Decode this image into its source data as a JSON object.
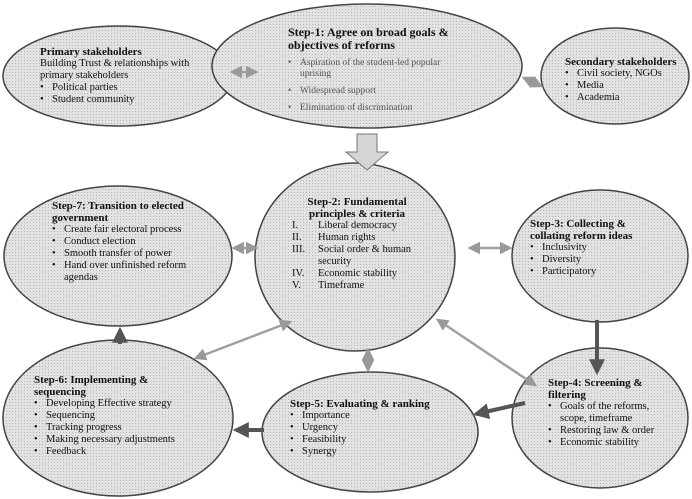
{
  "primary": {
    "title": "Primary stakeholders",
    "subtitle": "Building Trust & relationships with primary stakeholders",
    "items": [
      "Political parties",
      "Student community"
    ]
  },
  "step1": {
    "title": "Step-1: Agree on broad goals & objectives of reforms",
    "items": [
      "Aspiration of the student-led popular uprising",
      "Widespread support",
      "Elimination of discrimination"
    ]
  },
  "secondary": {
    "title": "Secondary stakeholders",
    "items": [
      "Civil society, NGOs",
      "Media",
      "Academia"
    ]
  },
  "step2": {
    "title": "Step-2: Fundamental principles & criteria",
    "items": [
      {
        "num": "I.",
        "text": "Liberal democracy"
      },
      {
        "num": "II.",
        "text": "Human rights"
      },
      {
        "num": "III.",
        "text": "Social order & human security"
      },
      {
        "num": "IV.",
        "text": "Economic stability"
      },
      {
        "num": "V.",
        "text": "Timeframe"
      }
    ]
  },
  "step3": {
    "title": "Step-3: Collecting & collating reform ideas",
    "items": [
      "Inclusivity",
      "Diversity",
      "Participatory"
    ]
  },
  "step4": {
    "title": "Step-4: Screening & filtering",
    "items": [
      "Goals of the reforms, scope, timeframe",
      "Restoring law & order",
      "Economic stability"
    ]
  },
  "step5": {
    "title": "Step-5: Evaluating & ranking",
    "items": [
      "Importance",
      "Urgency",
      "Feasibility",
      "Synergy"
    ]
  },
  "step6": {
    "title": "Step-6: Implementing & sequencing",
    "items": [
      "Developing Effective strategy",
      "Sequencing",
      "Tracking progress",
      "Making necessary adjustments",
      "Feedback"
    ]
  },
  "step7": {
    "title": "Step-7: Transition to elected government",
    "items": [
      "Create fair electoral process",
      "Conduct election",
      "Smooth transfer of power",
      "Hand over unfinished reform agendas"
    ]
  },
  "colors": {
    "fill": "#d9d9d9",
    "stroke": "#444444",
    "arrow_light": "#a0a0a0",
    "arrow_dark": "#555555"
  }
}
